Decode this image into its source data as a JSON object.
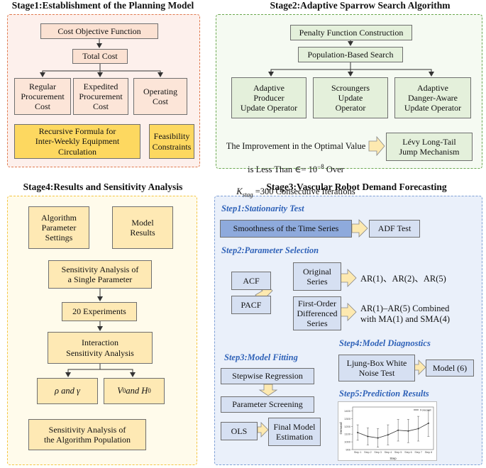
{
  "stage1": {
    "title": "Stage1:Establishment of the Planning Model",
    "cost_objective": "Cost Objective Function",
    "total_cost": "Total Cost",
    "regular": "Regular\nProcurement\nCost",
    "expedited": "Expedited\nProcurement\nCost",
    "operating": "Operating\nCost",
    "recursive": "Recursive Formula for\nInter-Weekly Equipment\nCirculation",
    "feasibility": "Feasibility\nConstraints"
  },
  "stage2": {
    "title": "Stage2:Adaptive Sparrow Search Algorithm",
    "penalty": "Penalty Function Construction",
    "population": "Population-Based Search",
    "producer": "Adaptive\nProducer\nUpdate Operator",
    "scroungers": "Scroungers\nUpdate\nOperator",
    "danger": "Adaptive\nDanger-Aware\nUpdate Operator",
    "improvement_line1": "The Improvement in the Optimal Value",
    "improvement_line2_a": "is Less Than ∈= 10",
    "improvement_exp": "−8",
    "improvement_line2_b": " Over",
    "improvement_k": "K",
    "improvement_sub": "stag",
    "improvement_line3": " =300 Consecutive Iterations",
    "levy": "Lévy Long-Tail\nJump Mechanism"
  },
  "stage4": {
    "title": "Stage4:Results and Sensitivity Analysis",
    "algo_params": "Algorithm\nParameter\nSettings",
    "model_results": "Model\nResults",
    "single_param": "Sensitivity Analysis of\na Single Parameter",
    "experiments": "20 Experiments",
    "interaction": "Interaction\nSensitivity Analysis",
    "rho_gamma": "ρ and γ",
    "v0": "V",
    "v0_sub": "0",
    "and": " and H",
    "h0_sub": "0",
    "population_sa": "Sensitivity Analysis of\nthe Algorithm Population"
  },
  "stage3": {
    "title": "Stage3:Vascular Robot Demand Forecasting",
    "step1": "Step1:Stationarity Test",
    "smoothness": "Smoothness of the Time Series",
    "adf": "ADF Test",
    "step2": "Step2:Parameter Selection",
    "acf": "ACF",
    "pacf": "PACF",
    "original": "Original\nSeries",
    "first_order": "First-Order\nDifferenced\nSeries",
    "ar_original": "AR(1)、AR(2)、AR(5)",
    "ar_combined": "AR(1)–AR(5) Combined\nwith MA(1) and SMA(4)",
    "step4": "Step4:Model Diagnostics",
    "ljung": "Ljung-Box White\nNoise Test",
    "model6": "Model (6)",
    "step3": "Step3:Model Fitting",
    "stepwise": "Stepwise Regression",
    "screening": "Parameter Screening",
    "ols": "OLS",
    "final": "Final Model\nEstimation",
    "step5": "Step5:Prediction Results"
  },
  "chart_data": {
    "type": "line",
    "categories": [
      "Step 1",
      "Step 2",
      "Step 3",
      "Step 4",
      "Step 5",
      "Step 6",
      "Step 7",
      "Step 8"
    ],
    "series": [
      {
        "name": "Forecast",
        "values": [
          1120,
          1070,
          1050,
          1090,
          1150,
          1140,
          1170,
          1240
        ],
        "lower": [
          1020,
          960,
          930,
          960,
          1010,
          990,
          1010,
          1070
        ],
        "upper": [
          1220,
          1180,
          1170,
          1220,
          1290,
          1290,
          1330,
          1410
        ]
      }
    ],
    "ylim": [
      900,
      1450
    ],
    "yticks": [
      900,
      1000,
      1100,
      1200,
      1300,
      1400
    ],
    "xlabel": "Step",
    "ylabel": "Demand",
    "legend": "top-right",
    "colors": {
      "line": "#333333"
    }
  },
  "colors": {
    "stage1_border": "#e07a4f",
    "stage1_bg": "#fdf0ec",
    "stage2_border": "#6aa84f",
    "stage2_bg": "#f5faf2",
    "stage4_border": "#f4c542",
    "stage4_bg": "#fffbeb",
    "stage3_border": "#7fa0d6",
    "stage3_bg": "#eaf0fa",
    "step_label": "#2f62b8"
  }
}
